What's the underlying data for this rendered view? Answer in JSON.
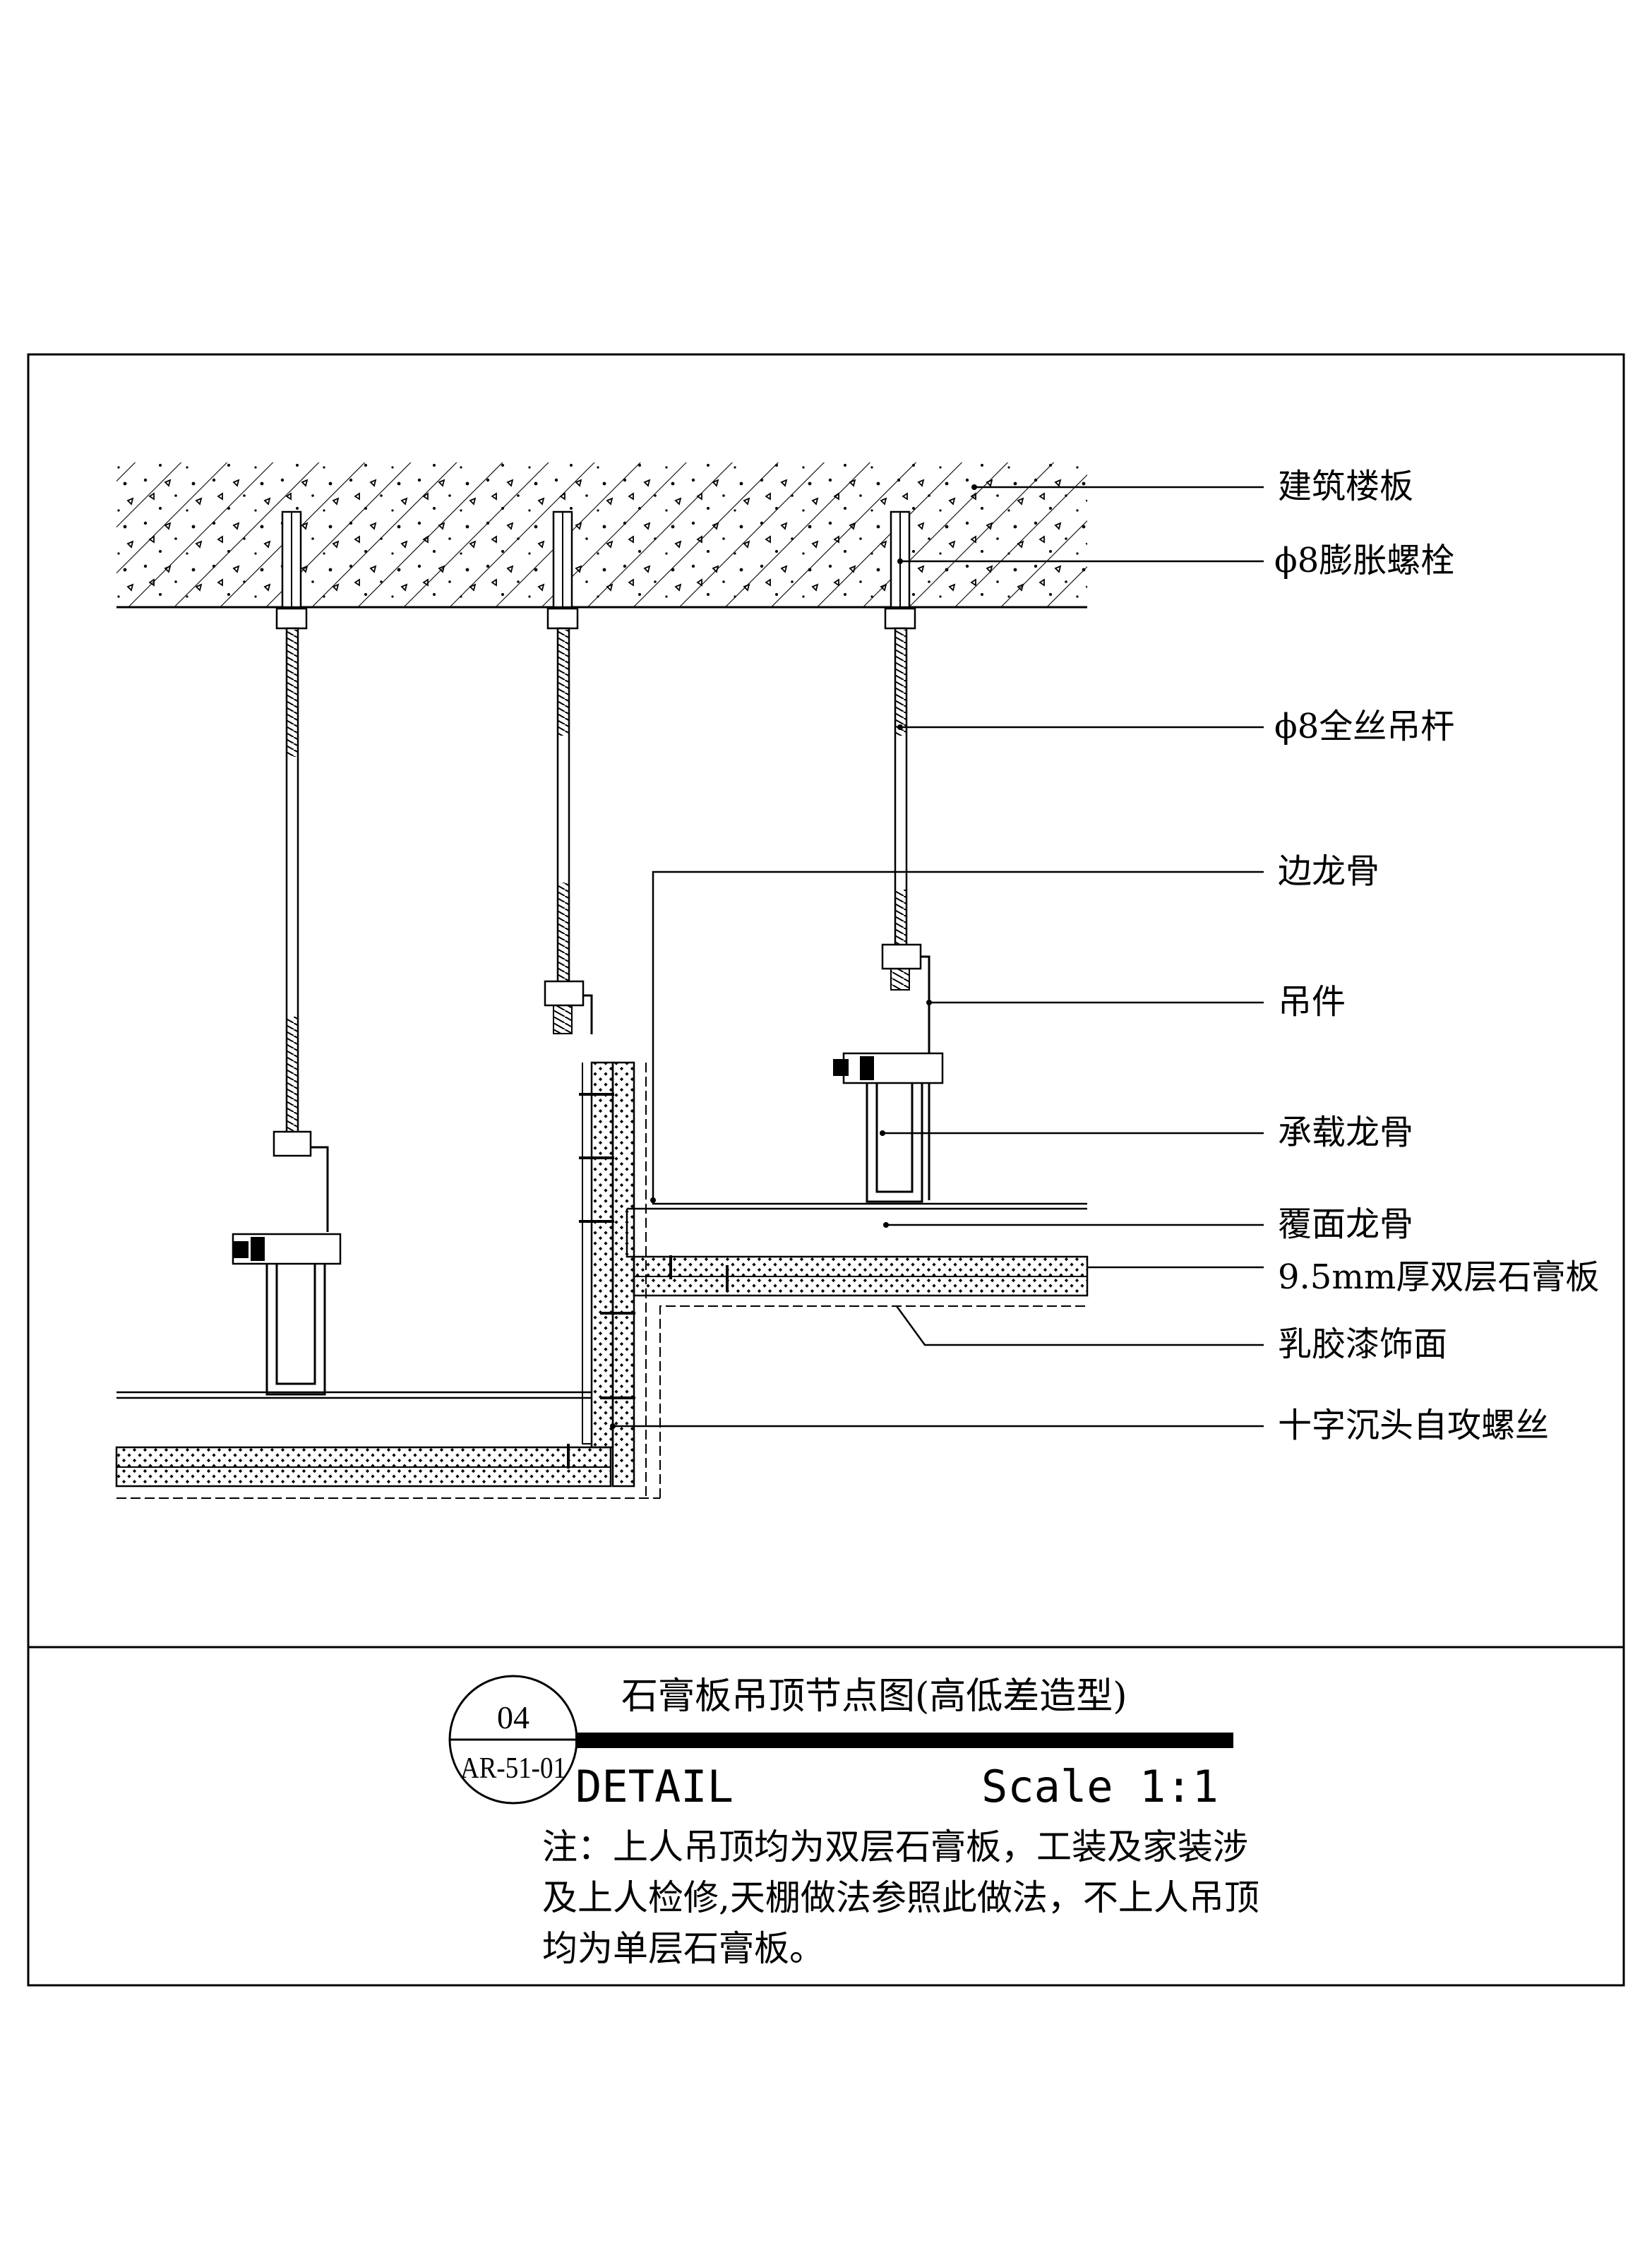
{
  "title": {
    "main": "石膏板吊顶节点图(高低差造型)",
    "detail": "DETAIL",
    "scale": "Scale 1:1",
    "bubble_number": "04",
    "bubble_sheet": "AR-51-01"
  },
  "labels": {
    "floor_slab": "建筑楼板",
    "expansion_bolt": "ϕ8膨胀螺栓",
    "threaded_rod": "ϕ8全丝吊杆",
    "edge_keel": "边龙骨",
    "hanger": "吊件",
    "main_keel": "承载龙骨",
    "cover_keel": "覆面龙骨",
    "gypsum_board": "9.5mm厚双层石膏板",
    "latex_paint": "乳胶漆饰面",
    "screw": "十字沉头自攻螺丝"
  },
  "note": {
    "lines": [
      "注：上人吊顶均为双层石膏板，工装及家装涉",
      "及上人检修,天棚做法参照此做法，不上人吊顶",
      "均为单层石膏板。"
    ]
  },
  "colors": {
    "line": "#000000",
    "background": "#ffffff"
  }
}
